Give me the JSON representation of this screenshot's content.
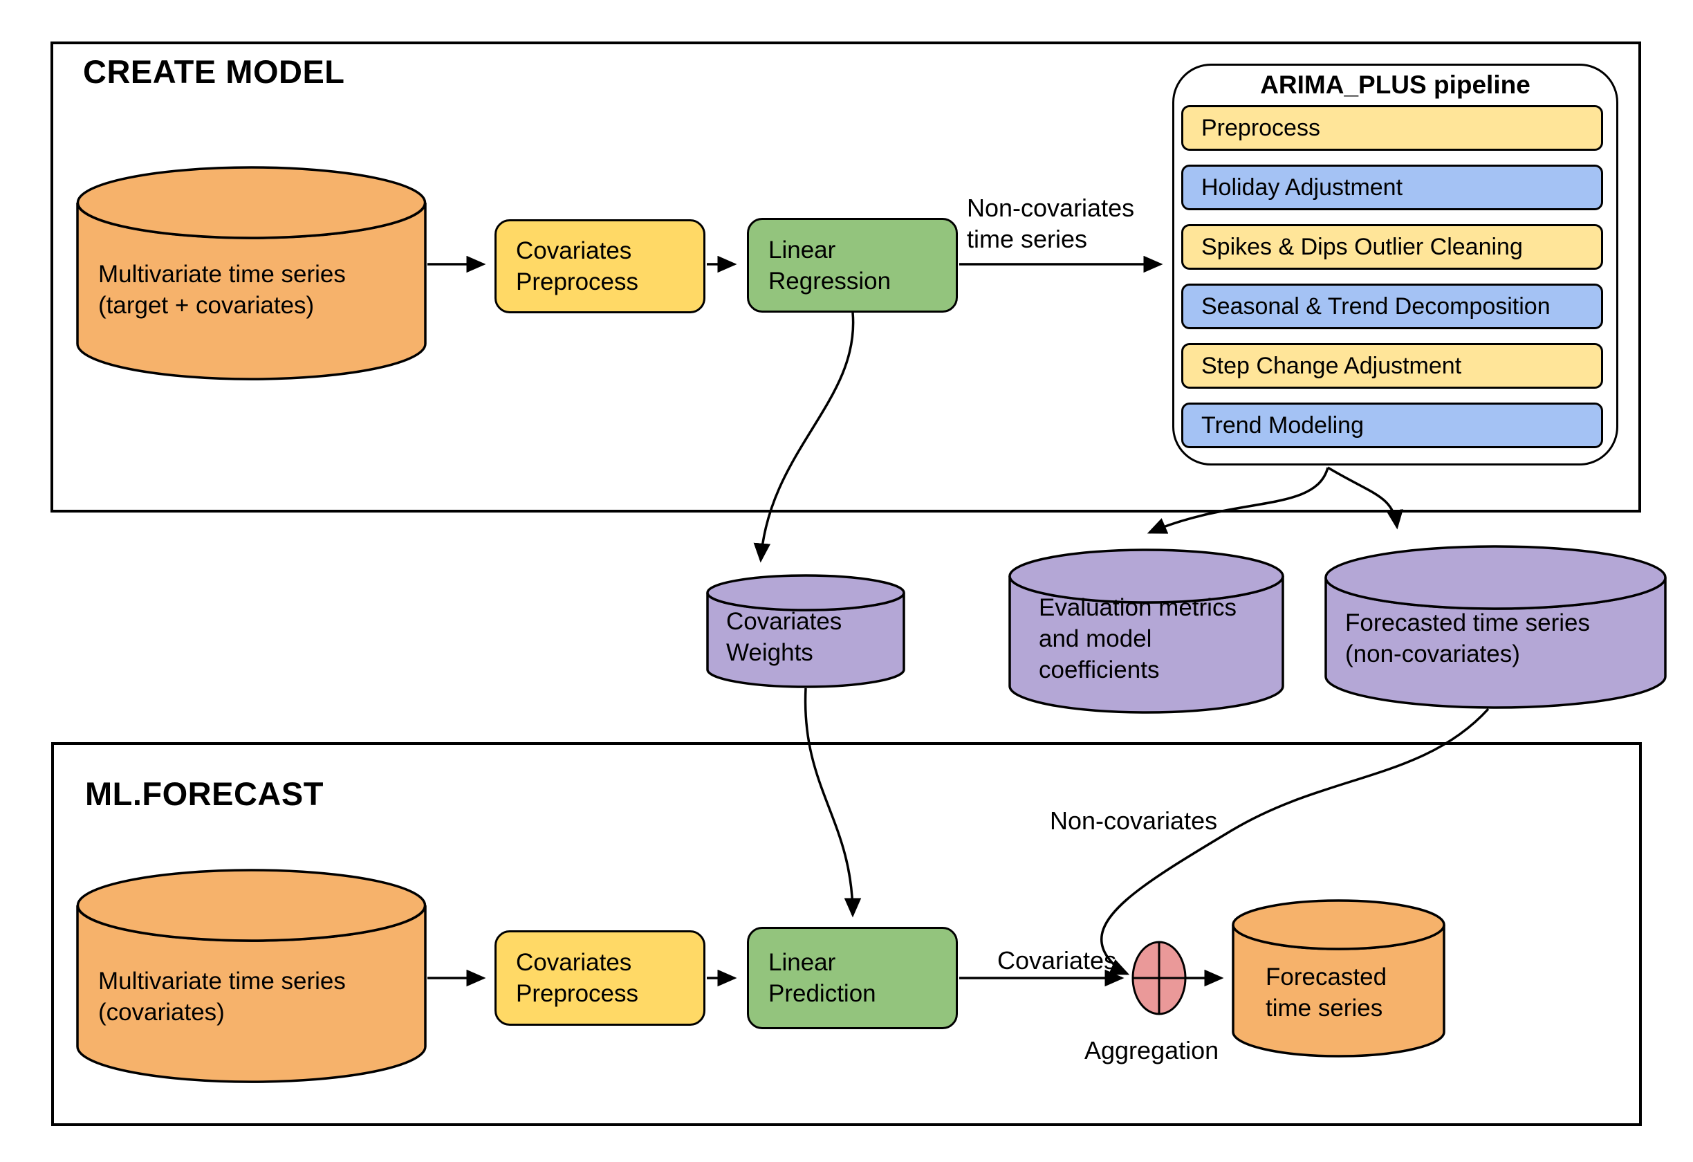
{
  "colors": {
    "orange": "#F6B26B",
    "yellow": "#FFD966",
    "light_yellow": "#FFE599",
    "green": "#93C47D",
    "blue": "#A4C2F4",
    "purple": "#B4A7D6",
    "pink": "#EA9999",
    "outline": "#000000",
    "background": "#FFFFFF"
  },
  "create_model": {
    "title": "CREATE MODEL",
    "source_cylinder": {
      "line1": "Multivariate time series",
      "line2": "(target + covariates)"
    },
    "covariates_preprocess": {
      "line1": "Covariates",
      "line2": "Preprocess"
    },
    "linear_regression": {
      "line1": "Linear",
      "line2": "Regression"
    },
    "arrow_label": {
      "line1": "Non-covariates",
      "line2": "time series"
    },
    "pipeline": {
      "title": "ARIMA_PLUS pipeline",
      "steps": [
        {
          "label": "Preprocess"
        },
        {
          "label": "Holiday Adjustment"
        },
        {
          "label": "Spikes & Dips Outlier Cleaning"
        },
        {
          "label": "Seasonal & Trend Decomposition"
        },
        {
          "label": "Step Change Adjustment"
        },
        {
          "label": "Trend Modeling"
        }
      ]
    }
  },
  "outputs": {
    "covariates_weights": {
      "line1": "Covariates",
      "line2": "Weights"
    },
    "evaluation_metrics": {
      "line1": "Evaluation metrics",
      "line2": "and model",
      "line3": "coefficients"
    },
    "forecasted_non_covariates": {
      "line1": "Forecasted time series",
      "line2": "(non-covariates)"
    }
  },
  "ml_forecast": {
    "title": "ML.FORECAST",
    "source_cylinder": {
      "line1": "Multivariate time series",
      "line2": "(covariates)"
    },
    "covariates_preprocess": {
      "line1": "Covariates",
      "line2": "Preprocess"
    },
    "linear_prediction": {
      "line1": "Linear",
      "line2": "Prediction"
    },
    "covariates_label": "Covariates",
    "non_covariates_label": "Non-covariates",
    "aggregation_label": "Aggregation",
    "forecasted_cylinder": {
      "line1": "Forecasted",
      "line2": "time series"
    }
  }
}
